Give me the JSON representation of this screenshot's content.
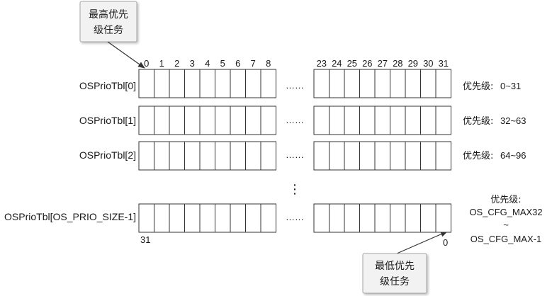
{
  "callouts": {
    "highest": {
      "line1": "最高优先",
      "line2": "级任务"
    },
    "lowest": {
      "line1": "最低优先",
      "line2": "级任务"
    }
  },
  "bit_labels_left": [
    "0",
    "1",
    "2",
    "3",
    "4",
    "5",
    "6",
    "7",
    "8"
  ],
  "bit_labels_right": [
    "23",
    "24",
    "25",
    "26",
    "27",
    "28",
    "29",
    "30",
    "31"
  ],
  "rows": [
    {
      "label": "OSPrioTbl[0]",
      "range_label": "优先级:",
      "range_value": "0~31"
    },
    {
      "label": "OSPrioTbl[1]",
      "range_label": "优先级:",
      "range_value": "32~63"
    },
    {
      "label": "OSPrioTbl[2]",
      "range_label": "优先级:",
      "range_value": "64~96"
    },
    {
      "label": "OSPrioTbl[OS_PRIO_SIZE-1]"
    }
  ],
  "last_row_range": {
    "label": "优先级:",
    "from": "OS_CFG_MAX32",
    "tilde": "~",
    "to": "OS_CFG_MAX-1"
  },
  "ellipsis_h": "……",
  "ellipsis_v": "⋮",
  "bottom_left_number": "31",
  "bottom_right_number": "0",
  "colors": {
    "stroke": "#333333",
    "callout_fill": "#f2f2f2",
    "callout_border": "#a6a6a6",
    "text": "#1a1a1a"
  }
}
